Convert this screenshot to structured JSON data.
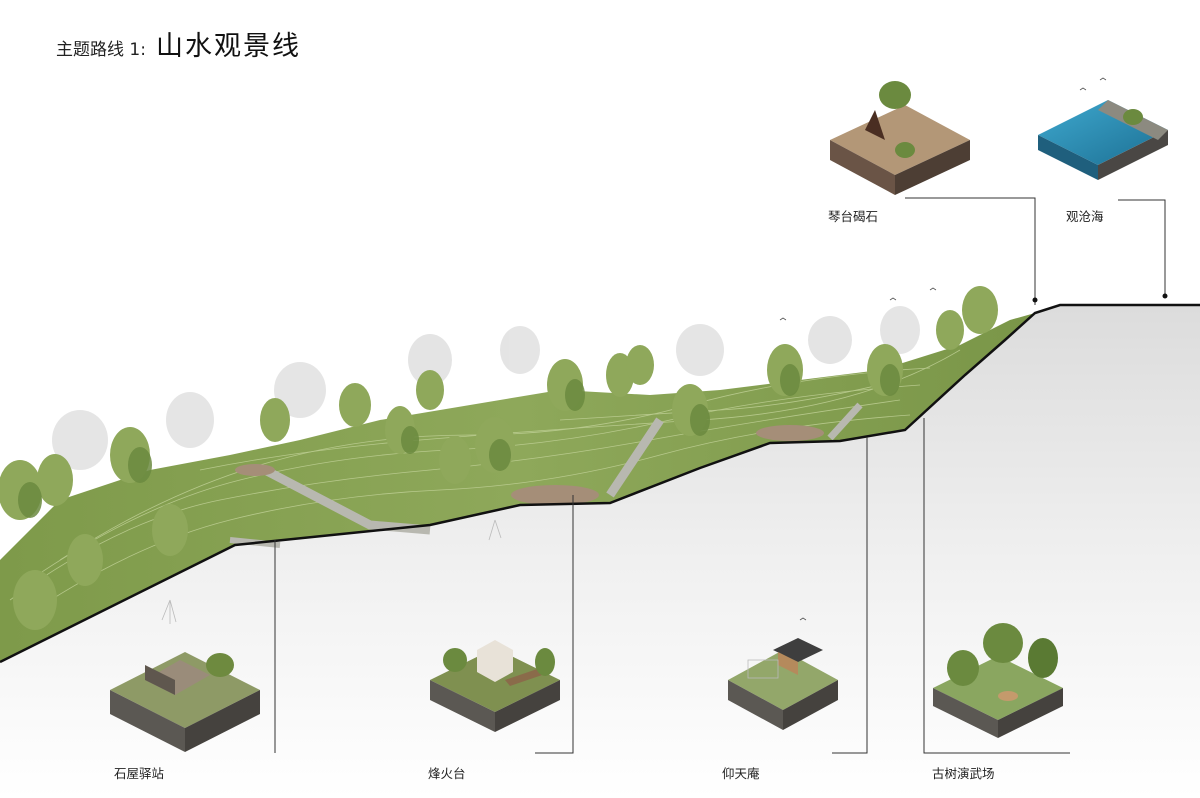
{
  "header": {
    "prefix": "主题路线 1:",
    "title": "山水观景线"
  },
  "stations": [
    {
      "id": "stone-house",
      "label": "石屋驿站"
    },
    {
      "id": "beacon",
      "label": "烽火台"
    },
    {
      "id": "yangtian",
      "label": "仰天庵"
    },
    {
      "id": "ancient-tree",
      "label": "古树演武场"
    },
    {
      "id": "qintai",
      "label": "琴台碣石"
    },
    {
      "id": "sea-view",
      "label": "观沧海"
    }
  ],
  "colors": {
    "grass": "#7f9a4e",
    "grass_light": "#a9bd76",
    "grass_dark": "#5f7a36",
    "soil": "#8a6b4a",
    "rock": "#5a5752",
    "water": "#2a8fb5",
    "outline": "#111111",
    "leader": "#333333"
  }
}
